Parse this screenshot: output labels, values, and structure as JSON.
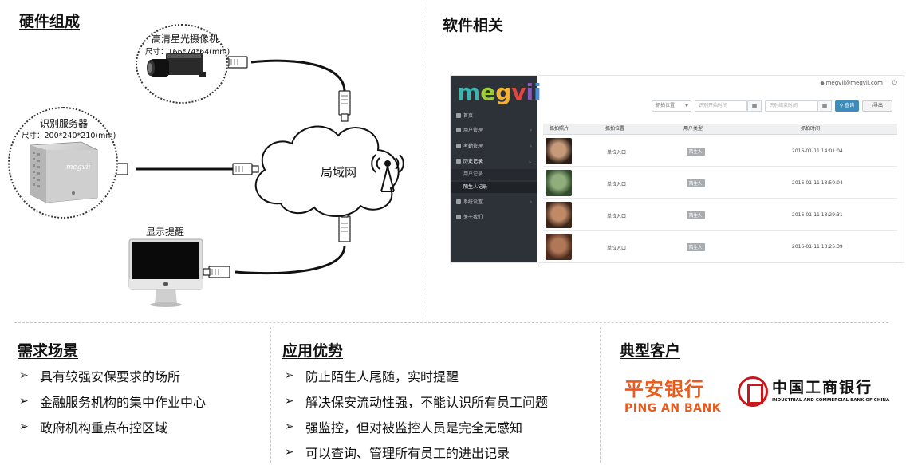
{
  "sections": {
    "hardware_title": "硬件组成",
    "software_title": "软件相关",
    "scenarios_title": "需求场景",
    "advantages_title": "应用优势",
    "customers_title": "典型客户"
  },
  "hardware": {
    "camera_label": "高清星光摄像机",
    "camera_size": "尺寸：166*74*64(mm)",
    "server_label": "识别服务器",
    "server_size": "尺寸：200*240*210(mm)",
    "server_brand": "megvii",
    "display_label": "显示提醒",
    "network_label": "局域网"
  },
  "software": {
    "logo": "megvii",
    "nav": [
      {
        "label": "首页"
      },
      {
        "label": "用户管理"
      },
      {
        "label": "考勤管理"
      },
      {
        "label": "历史记录"
      },
      {
        "label": "系统设置"
      },
      {
        "label": "关于我们"
      }
    ],
    "subnav": [
      {
        "label": "用户记录"
      },
      {
        "label": "陌生人记录"
      }
    ],
    "user_email": "megvii@megvii.com",
    "filters": {
      "location": "抓拍位置",
      "start_placeholder": "识别开始时间",
      "end_placeholder": "识别结束时间",
      "query": "查询",
      "export": "导出"
    },
    "columns": [
      "抓拍照片",
      "抓拍位置",
      "用户类型",
      "抓拍时间"
    ],
    "rows": [
      {
        "location": "单位入口",
        "type": "陌生人",
        "time": "2016-01-11 14:01:04"
      },
      {
        "location": "单位入口",
        "type": "陌生人",
        "time": "2016-01-11 13:50:04"
      },
      {
        "location": "单位入口",
        "type": "陌生人",
        "time": "2016-01-11 13:29:31"
      },
      {
        "location": "单位入口",
        "type": "陌生人",
        "time": "2016-01-11 13:25:39"
      }
    ]
  },
  "scenarios": [
    "具有较强安保要求的场所",
    "金融服务机构的集中作业中心",
    "政府机构重点布控区域"
  ],
  "advantages": [
    "防止陌生人尾随，实时提醒",
    "解决保安流动性强，不能认识所有员工问题",
    "强监控，但对被监控人员是完全无感知",
    "可以查询、管理所有员工的进出记录"
  ],
  "customers": {
    "pingan_cn": "平安银行",
    "pingan_en": "PING AN BANK",
    "icbc_cn": "中国工商银行",
    "icbc_en": "INDUSTRIAL AND COMMERCIAL BANK OF CHINA"
  },
  "colors": {
    "sidebar": "#2d3238",
    "accent": "#3c8dbc",
    "pingan": "#ea5a1a",
    "icbc": "#c8161d"
  }
}
